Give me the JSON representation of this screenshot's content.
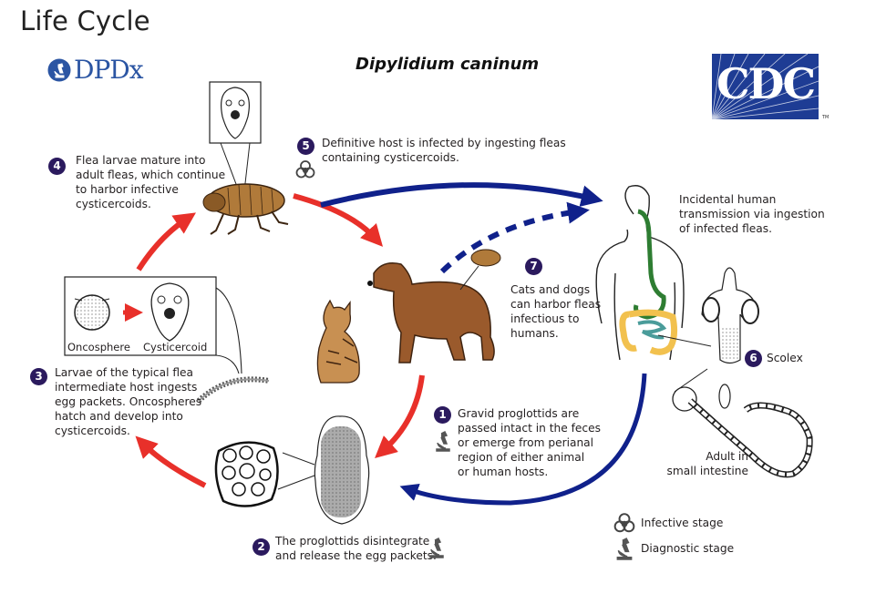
{
  "page": {
    "title": "Life Cycle",
    "diagram_title": "Dipylidium caninum"
  },
  "logos": {
    "dpdx": "DPDx",
    "cdc": "CDC",
    "cdc_tm": "TM"
  },
  "colors": {
    "infection_arrow": "#e8302a",
    "human_arrow": "#10218b",
    "badge": "#2b1a5e",
    "cdc_blue": "#1e3c94",
    "dpdx_blue": "#2b55a3"
  },
  "steps": [
    {
      "number": "1",
      "text": "Gravid proglottids are passed intact in the feces or emerge from perianal region of either animal or human hosts.",
      "icon": "microscope-icon"
    },
    {
      "number": "2",
      "text": "The proglottids disintegrate and release the egg packets.",
      "icon": "microscope-icon"
    },
    {
      "number": "3",
      "text": "Larvae of the typical flea intermediate host ingests egg packets. Oncospheres hatch and develop into cysticercoids."
    },
    {
      "number": "4",
      "text": "Flea larvae mature into adult fleas, which continue to harbor infective cysticercoids."
    },
    {
      "number": "5",
      "text": "Definitive host is infected by ingesting fleas containing cysticercoids.",
      "icon": "biohazard-icon"
    },
    {
      "number": "6",
      "text": "Scolex"
    },
    {
      "number": "7",
      "text": "Cats and dogs can harbor fleas infectious to humans."
    }
  ],
  "step_lines": {
    "s1": [
      "Gravid proglottids are",
      "passed intact in the feces",
      "or emerge from perianal",
      "region of either animal",
      "or human hosts."
    ],
    "s2": [
      "The proglottids disintegrate",
      "and release the egg packets."
    ],
    "s3": [
      "Larvae of the typical flea",
      "intermediate host ingests",
      "egg packets. Oncospheres",
      "hatch and develop into",
      "cysticercoids."
    ],
    "s4": [
      "Flea larvae mature into",
      "adult fleas, which continue",
      "to harbor infective",
      "cysticercoids."
    ],
    "s5": [
      "Definitive host is infected by ingesting fleas",
      "containing cysticercoids."
    ],
    "s7": [
      "Cats and dogs",
      "can harbor fleas",
      "infectious to",
      "humans."
    ]
  },
  "labels": {
    "oncosphere": "Oncosphere",
    "cysticercoid": "Cysticercoid",
    "human": [
      "Incidental human",
      "transmission via ingestion",
      "of infected fleas."
    ],
    "adult": [
      "Adult in",
      "small intestine"
    ]
  },
  "legend": [
    {
      "icon": "biohazard-icon",
      "label": "Infective stage"
    },
    {
      "icon": "microscope-icon",
      "label": "Diagnostic stage"
    }
  ]
}
